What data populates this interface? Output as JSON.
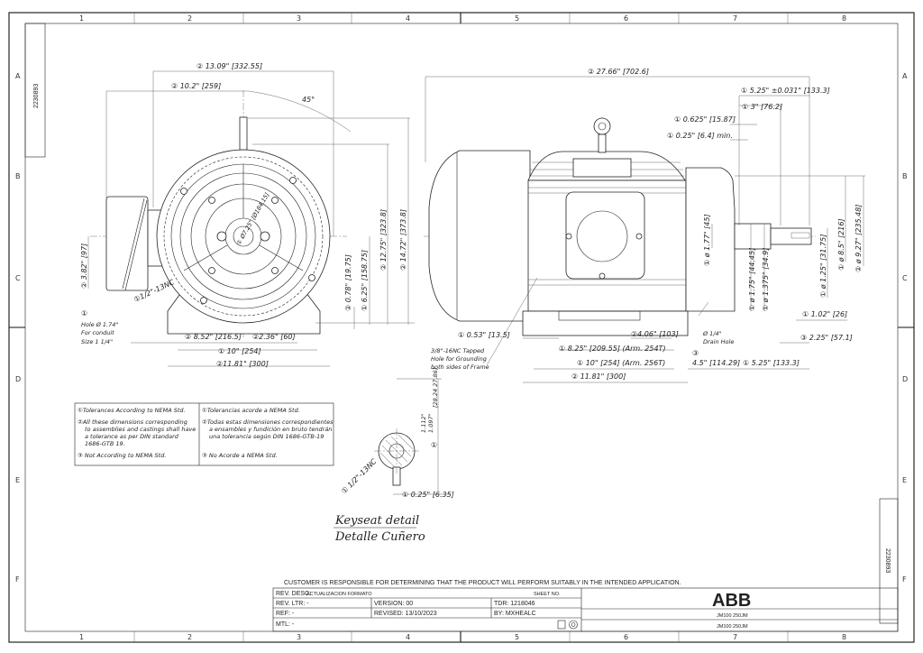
{
  "frame": {
    "columns": [
      "1",
      "2",
      "3",
      "4",
      "5",
      "6",
      "7",
      "8"
    ],
    "rows": [
      "A",
      "B",
      "C",
      "D",
      "E",
      "F"
    ],
    "drawing_number": "2230893"
  },
  "front_view": {
    "overall_width": "② 13.09\" [332.55]",
    "half_width": "② 10.2\" [259]",
    "angle": "45°",
    "height_center": "② 12.75\" [323.8]",
    "height_total": "② 14.72\" [373.8]",
    "conduit_height": "② 3.82\" [97]",
    "pilot_diameter": "① Ø7.25\" [Ø184.15]",
    "tapped_hole": "①1/2\"-13NC",
    "foot_thickness": "② 0.78\" [19.75]",
    "shaft_height": "① 6.25\" [158.75]",
    "conduit_offset": "② 8.52\" [216.5]",
    "foot_width": "②2.36\" [60]",
    "bolt_span": "① 10\" [254]",
    "base_width": "②11.81\" [300]",
    "conduit_note": [
      "①",
      "Hole Ø 1.74\"",
      "For conduit",
      "Size 1 1/4\""
    ]
  },
  "side_view": {
    "overall_length": "② 27.66\" [702.6]",
    "shaft_length": "① 5.25\" ±0.031\" [133.3]",
    "key_length": "① 3\" [76.2]",
    "dim_0625": "① 0.625\" [15.87]",
    "dim_025": "① 0.25\" [6.4] min.",
    "dia_177": "① ø 1.77\" [45]",
    "dia_175": "① ø 1.75\" [44.45]",
    "dia_1375": "① ø 1.375\" [34.9]",
    "dia_125": "① ø 1.25\" [31.75]",
    "dia_85": "① ø 8.5\" [216]",
    "dia_927": "② ø 9.27\" [235.48]",
    "dim_102": "① 1.02\" [26]",
    "dim_225": "③ 2.25\" [57.1]",
    "dim_053": "① 0.53\" [13.5]",
    "dim_406": "②4.06\" [103]",
    "dim_825": "① 8.25\" [209.55] (Arm. 254T)",
    "dim_10": "① 10\" [254] (Arm. 256T)",
    "dim_1181": "② 11.81\" [300]",
    "dim_45": [
      "③",
      "4.5\" [114.29]"
    ],
    "dim_525": "① 5.25\" [133.3]",
    "drain": [
      "Ø 1/4\"",
      "Drain Hole"
    ],
    "grounding_note": [
      "3/8\"-16NC Tapped",
      "Hole for Grounding",
      "both sides of Frame"
    ]
  },
  "notes": {
    "english": [
      "①Tolerances According to NEMA Std.",
      "②All these dimensions corresponding",
      "to assemblies and castings shall have",
      "a tolerance as per DIN standard",
      "1686-GTB 19.",
      "③ Not According to NEMA Std."
    ],
    "spanish": [
      "①Tolerancias acorde a NEMA Std.",
      "②Todas estas dimensiones correspondientes",
      "a ensambles y fundición en bruto tendrán",
      "una tolerancia según DIN 1686-GTB-19",
      "③ No Acorde a NEMA Std."
    ]
  },
  "keyseat": {
    "depth": [
      "1.112\"",
      "1.097\""
    ],
    "depth_mm": "[28.24  27.86]",
    "depth_tol": "①",
    "tapped": "① 1/2\"-13NC",
    "width": "① 0.25\" [6.35]",
    "title_en": "Keyseat detail",
    "title_es": "Detalle Cuñero"
  },
  "title_block": {
    "disclaimer": "CUSTOMER IS RESPONSIBLE FOR DETERMINING THAT THE PRODUCT WILL PERFORM SUITABLY IN THE INTENDED APPLICATION.",
    "rev_desc_label": "REV. DESC:",
    "rev_desc": "ACTUALIZACION FORMATO",
    "sheet_no": "SHEET NO.",
    "rev_ltr": "REV. LTR: -",
    "version": "VERSION: 00",
    "tdr": "TDR: 1218046",
    "ref": "REF: -",
    "revised": "REVISED: 13/10/2023",
    "by": "BY: MXHEALC",
    "mtl": "MTL: -",
    "brand": "ABB",
    "model_1": "JM100 250JM",
    "model_2": "JM100 250JM"
  }
}
